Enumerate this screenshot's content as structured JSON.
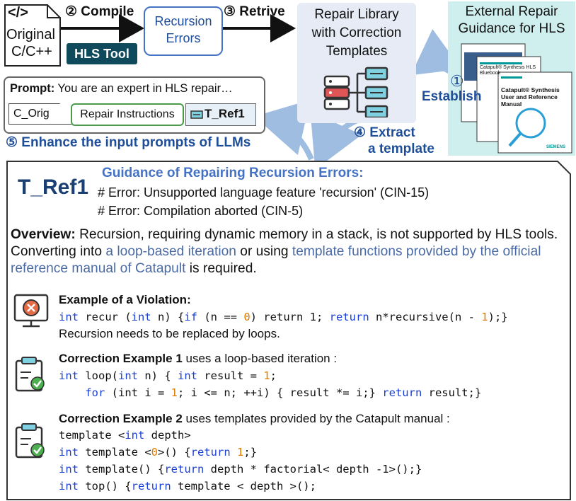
{
  "top": {
    "source_icon": "</>",
    "source_label_1": "Original",
    "source_label_2": "C/C++",
    "step2": "② Compile",
    "hls_tool": "HLS Tool",
    "errors_1": "Recursion",
    "errors_2": "Errors",
    "step3": "③ Retrive",
    "library_1": "Repair Library",
    "library_2": "with Correction",
    "library_3": "Templates",
    "external_1": "External Repair",
    "external_2": "Guidance for HLS",
    "step1_num": "①",
    "step1_label": "Establish",
    "book1": "Catapult® Synthesis HLS Bluebook",
    "book2": "Catapult® Synthesis User and Reference Manual",
    "book_brand": "SIEMENS",
    "step4_1": "④ Extract",
    "step4_2": "a template",
    "prompt_label": "Prompt:",
    "prompt_text": " You are an expert in HLS repair…",
    "chip1": "C_Orig",
    "chip2": "Repair Instructions",
    "chip3": "T_Ref1",
    "step5": "⑤ Enhance the input prompts of LLMs"
  },
  "template": {
    "id": "T_Ref1",
    "title": "Guidance of Repairing Recursion Errors:",
    "error1": "# Error: Unsupported language feature 'recursion' (CIN-15)",
    "error2": "# Error: Compilation aborted (CIN-5)",
    "overview_label": "Overview:",
    "overview_a": " Recursion, requiring dynamic memory in a stack, is not supported by HLS tools. Converting into ",
    "overview_link1": "a loop-based iteration",
    "overview_b": " or using ",
    "overview_link2": "template functions provided by the official reference manual of Catapult",
    "overview_c": " is required.",
    "violation_title": "Example of a Violation:",
    "violation_note": "Recursion needs to be replaced by loops.",
    "corr1_title": "Correction  Example 1",
    "corr1_rest": " uses a loop-based iteration :",
    "corr2_title": "Correction Example 2",
    "corr2_rest": " uses templates provided by the Catapult manual :"
  },
  "colors": {
    "accent_blue": "#1f4e99",
    "keyword": "#1a3fd6",
    "number": "#e07b00",
    "teal_panel": "#cfeeee",
    "library_panel": "#e6ebf6",
    "hls_tool_bg": "#0e4a5c"
  }
}
